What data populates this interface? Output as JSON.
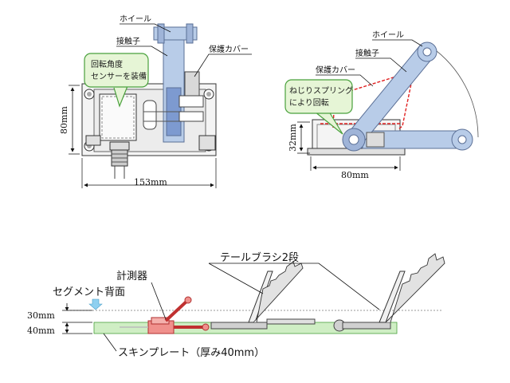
{
  "front_view": {
    "wheel_label": "ホイール",
    "contact_label": "接触子",
    "cover_label": "保護カバー",
    "sensor_callout": [
      "回転角度",
      "センサーを装備"
    ],
    "height_dim": "80mm",
    "width_dim": "153mm"
  },
  "side_view": {
    "wheel_label": "ホイール",
    "contact_label": "接触子",
    "cover_label": "保護カバー",
    "spring_callout": [
      "ねじりスプリング",
      "により回転"
    ],
    "height_dim": "32mm",
    "width_dim": "80mm"
  },
  "installation": {
    "tail_brush_label": "テールブラシ2段",
    "meter_label": "計測器",
    "segment_label": "セグメント背面",
    "gap_dim": "30mm",
    "plate_dim": "40mm",
    "skin_plate_label": "スキンプレート（厚み40mm）"
  },
  "colors": {
    "arm_blue": "#b8cce8",
    "arm_stroke": "#5a6f96",
    "callout_green": "#e6f5d6",
    "callout_stroke": "#49a13c",
    "cover_red": "#e02020",
    "meter_red": "#f0908c",
    "plate_green": "#cfeec4",
    "arrow_blue": "#8fd0f0"
  }
}
